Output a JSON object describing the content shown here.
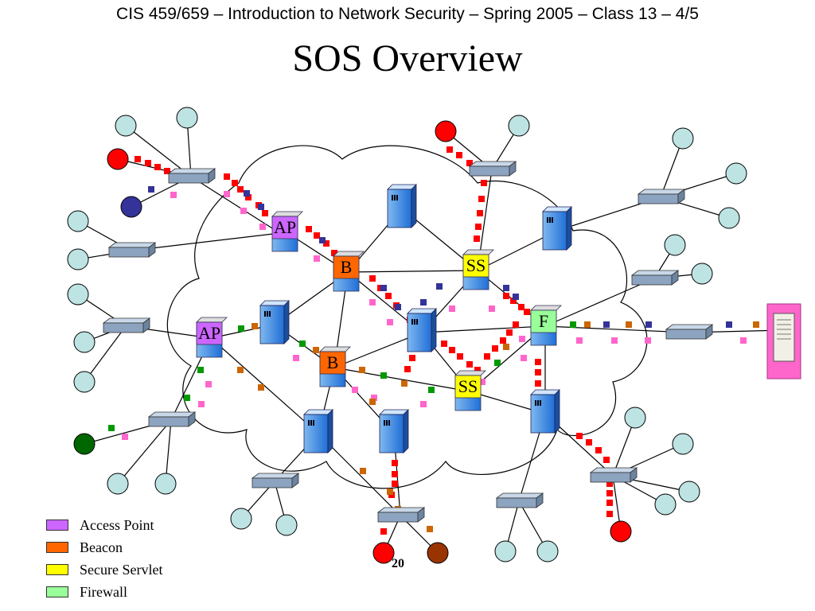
{
  "slide": {
    "header": "CIS 459/659 – Introduction to Network Security – Spring 2005 – Class 13 – 4/5",
    "title": "SOS Overview",
    "page_number": "20"
  },
  "node_labels": {
    "ap": "AP",
    "beacon": "B",
    "secure_servlet": "SS",
    "firewall": "F"
  },
  "legend": [
    {
      "label": "Access Point",
      "color": "#cc66ff"
    },
    {
      "label": "Beacon",
      "color": "#ff6600"
    },
    {
      "label": "Secure Servlet",
      "color": "#ffff00"
    },
    {
      "label": "Firewall",
      "color": "#99ff99"
    }
  ],
  "colors": {
    "client": "#bde3e3",
    "attack_red": "#ff0000",
    "navy": "#333399",
    "green": "#006600",
    "brown": "#993300",
    "router": "#99ccff",
    "switch": "#8da4c0",
    "server_box": "#ff66cc"
  }
}
